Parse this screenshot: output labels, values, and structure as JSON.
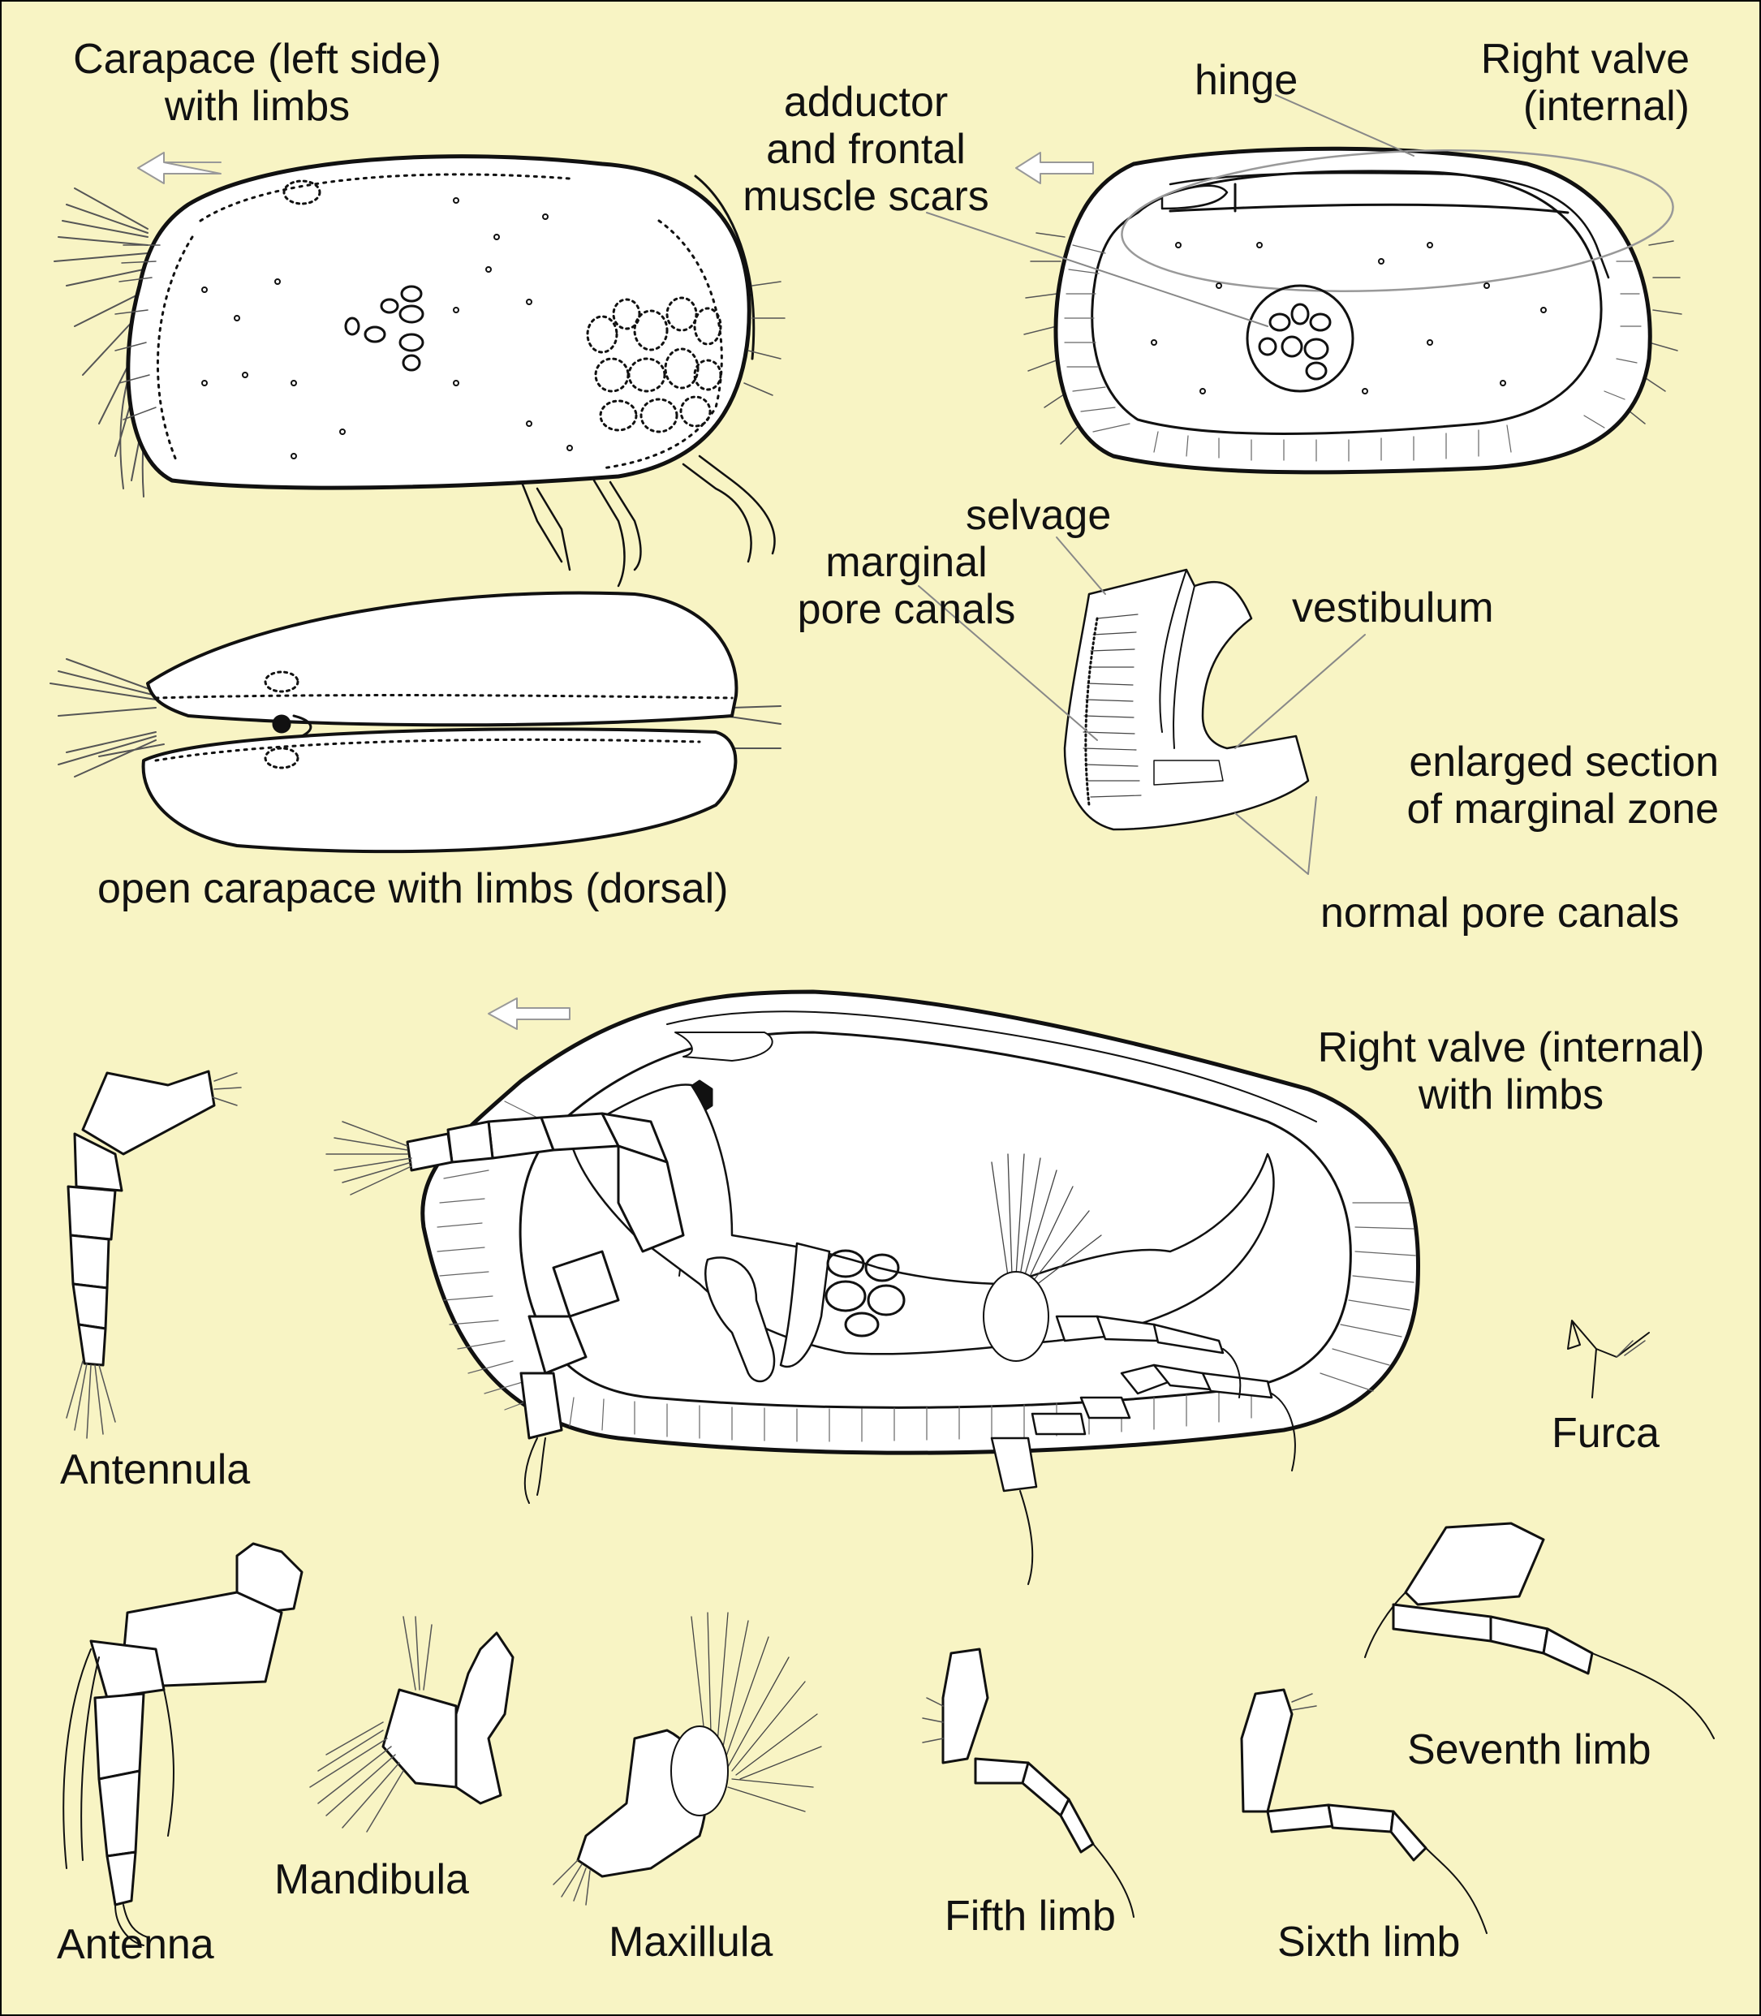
{
  "labels": {
    "carapace_left": "Carapace (left side)\nwith limbs",
    "adductor": "adductor\nand frontal\nmuscle scars",
    "hinge": "hinge",
    "right_valve_internal": "Right valve\n(internal)",
    "selvage": "selvage",
    "marginal_pore": "marginal\npore canals",
    "vestibulum": "vestibulum",
    "enlarged_section": "enlarged section\nof marginal zone",
    "normal_pore": "normal pore canals",
    "open_carapace": "open carapace with limbs (dorsal)",
    "right_valve_limbs": "Right valve (internal)\nwith limbs",
    "antennula": "Antennula",
    "furca": "Furca",
    "antenna": "Antenna",
    "mandibula": "Mandibula",
    "maxillula": "Maxillula",
    "fifth_limb": "Fifth limb",
    "sixth_limb": "Sixth limb",
    "seventh_limb": "Seventh limb"
  },
  "colors": {
    "background": "#f8f4c4",
    "line": "#111111",
    "fill": "#ffffff",
    "leader": "#888888"
  }
}
